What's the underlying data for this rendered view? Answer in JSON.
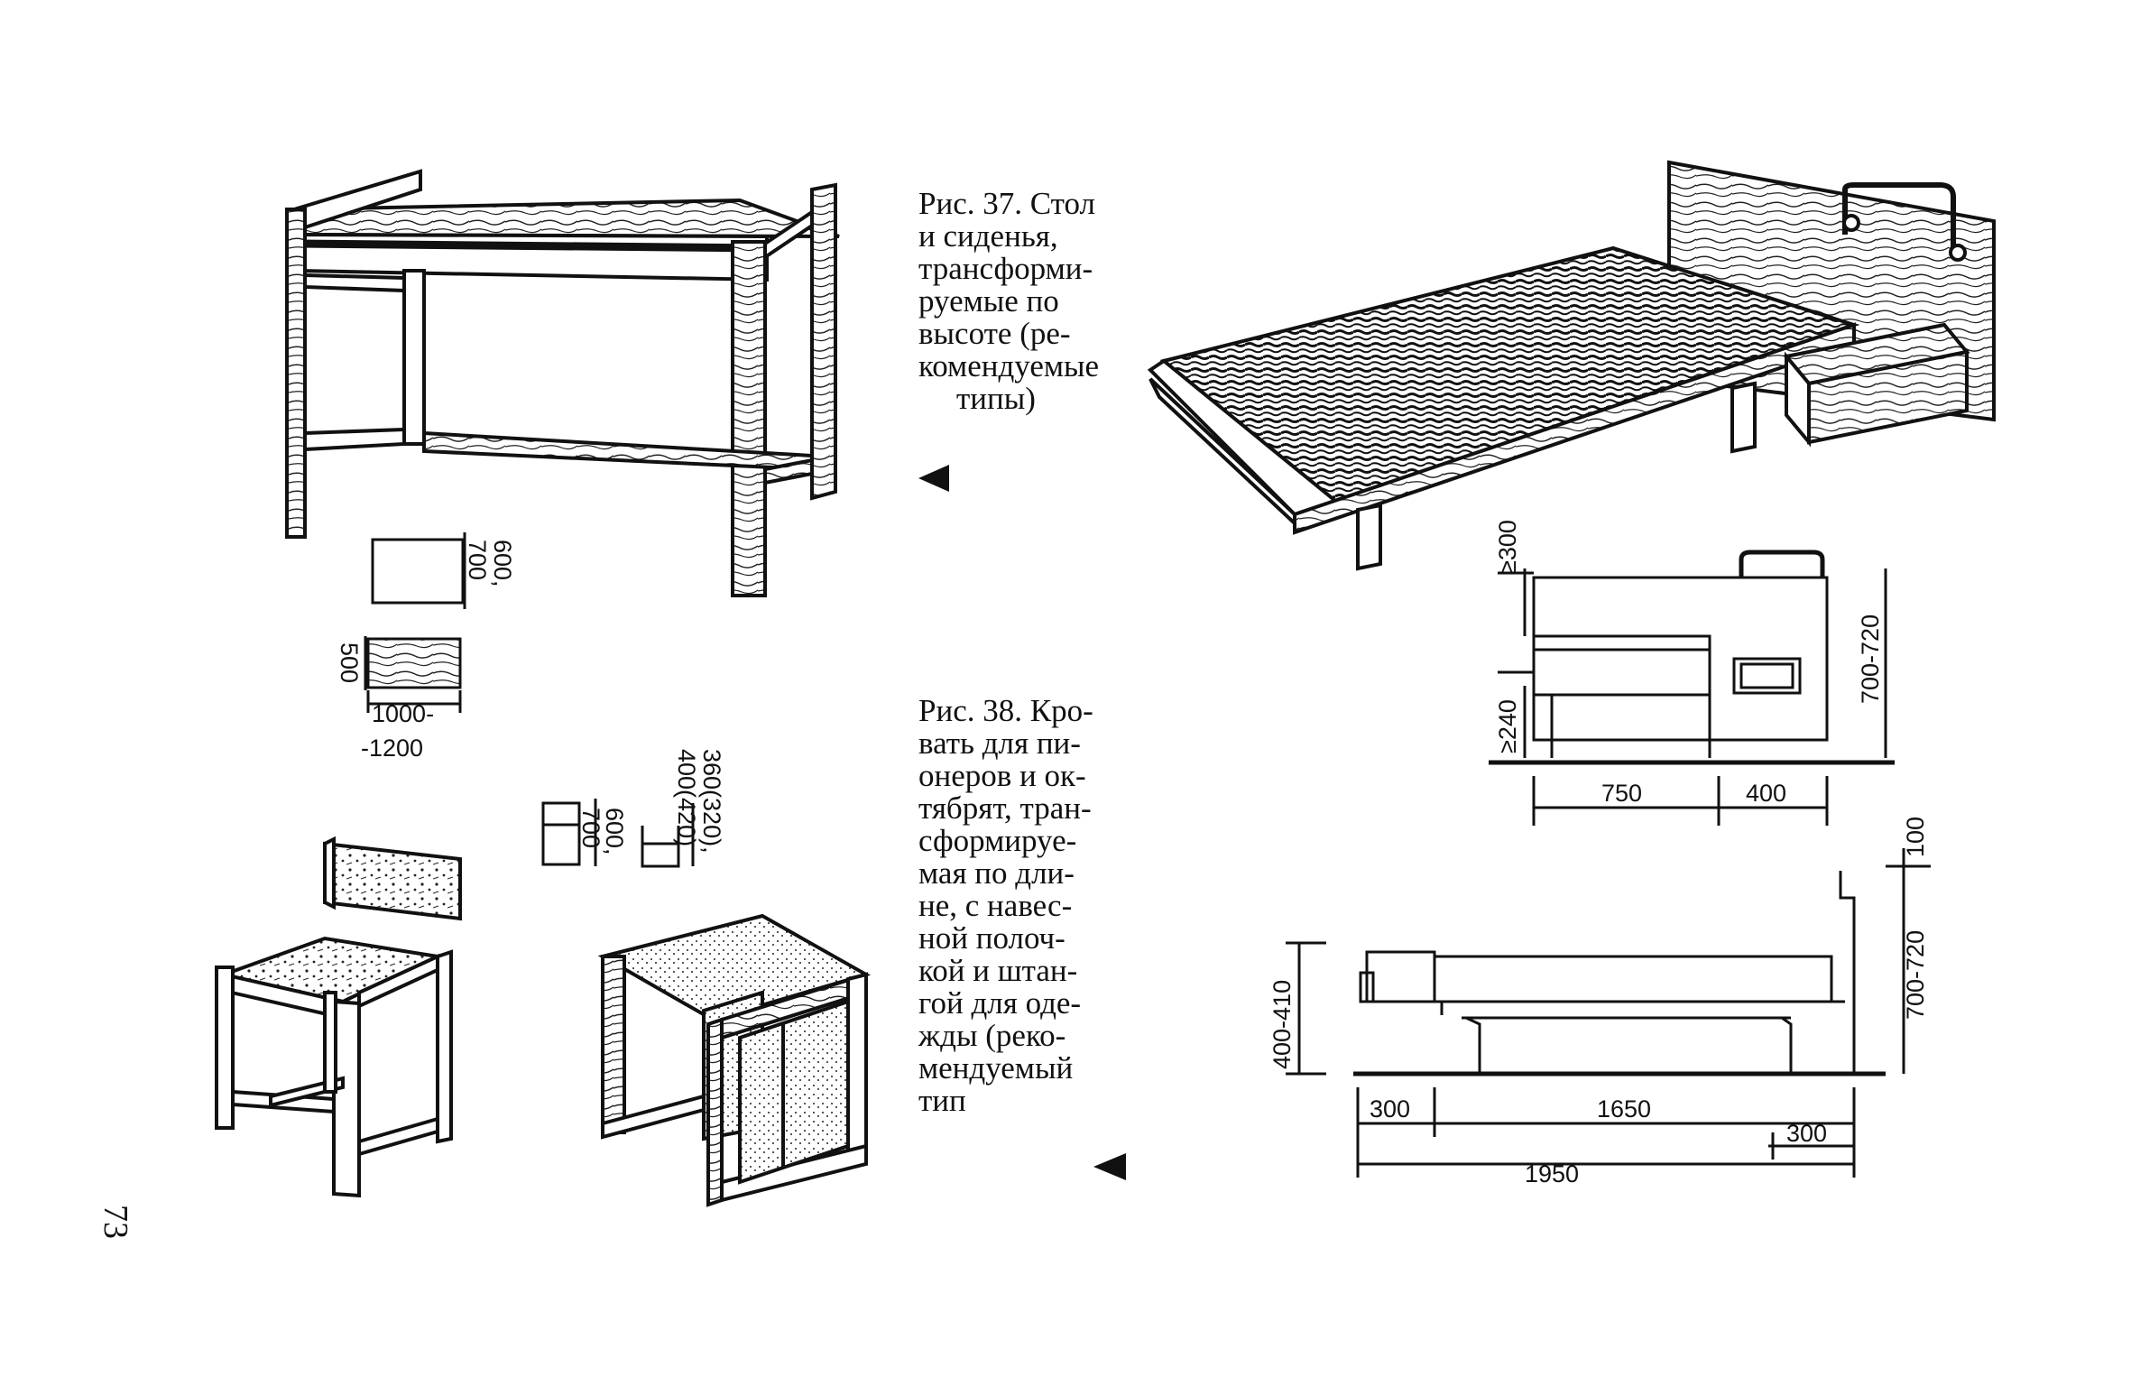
{
  "captions": {
    "fig37": [
      "Рис. 37. Стол",
      "и    сиденья,",
      "трансформи-",
      "руемые    по",
      "высоте  (ре-",
      "комендуемые",
      "типы)"
    ],
    "fig38": [
      "Рис. 38. Кро-",
      "вать для пи-",
      "онеров и ок-",
      "тябрят, тран-",
      "сформируе-",
      "мая по дли-",
      "не, с навес-",
      "ной    полоч-",
      "кой и штан-",
      "гой для оде-",
      "жды   (реко-",
      "мендуемый",
      "тип"
    ]
  },
  "page_number": "73",
  "table_dims": {
    "height": "600,\n700",
    "depth": "500",
    "length_top": "1000-",
    "length_bottom": "-1200"
  },
  "seat_dims": {
    "chair_height": "600,\n700",
    "cube_height": "360(320),\n400(420)"
  },
  "bed_plan_dims": {
    "head_clear": "≥300",
    "leg_clear": "≥240",
    "total_height": "700-720",
    "bed_width": "750",
    "shelf_width": "400"
  },
  "bed_side_dims": {
    "bed_height": "400-410",
    "rail_top": "100",
    "total_height": "700-720",
    "ext": "300",
    "main": "1650",
    "total_length": "1950",
    "shelf": "300"
  }
}
